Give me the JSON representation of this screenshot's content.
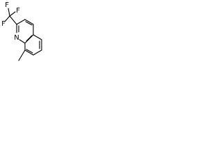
{
  "molecule": {
    "atom_labels": {
      "f1": "F",
      "f2": "F",
      "f3": "F",
      "n1": "N"
    },
    "bond_color": "#000000",
    "label_color": "#000000"
  }
}
